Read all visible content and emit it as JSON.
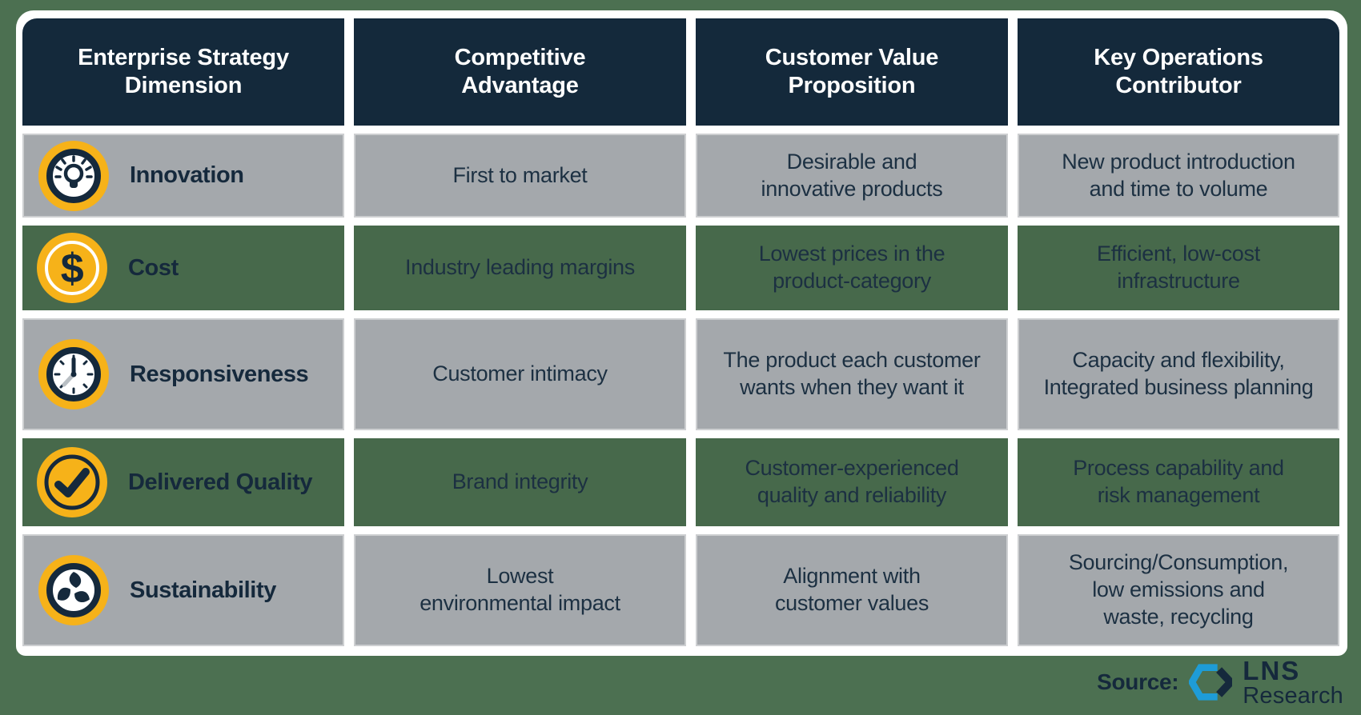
{
  "colors": {
    "background_green": "#4c7051",
    "header_navy": "#14293b",
    "gray_cell": "#a4a8ac",
    "green_cell": "#47694b",
    "accent_yellow": "#f6b219",
    "navy_text": "#15293c",
    "logo_blue": "#1e9cd7",
    "frame_white": "#ffffff"
  },
  "header": {
    "columns": [
      "Enterprise Strategy\nDimension",
      "Competitive\nAdvantage",
      "Customer Value\nProposition",
      "Key Operations\nContributor"
    ]
  },
  "rows": [
    {
      "dimension": "Innovation",
      "icon": "lightbulb-icon",
      "competitive_advantage": "First to market",
      "customer_value_proposition": "Desirable and\ninnovative products",
      "key_operations_contributor": "New product introduction\nand time to volume"
    },
    {
      "dimension": "Cost",
      "icon": "dollar-icon",
      "competitive_advantage": "Industry leading margins",
      "customer_value_proposition": "Lowest prices in the\nproduct-category",
      "key_operations_contributor": "Efficient, low-cost\ninfrastructure"
    },
    {
      "dimension": "Responsiveness",
      "icon": "clock-icon",
      "competitive_advantage": "Customer intimacy",
      "customer_value_proposition": "The product each customer\nwants when they want it",
      "key_operations_contributor": "Capacity and flexibility,\nIntegrated business planning"
    },
    {
      "dimension": "Delivered Quality",
      "icon": "checkmark-icon",
      "competitive_advantage": "Brand integrity",
      "customer_value_proposition": "Customer-experienced\nquality and reliability",
      "key_operations_contributor": "Process capability and\nrisk management"
    },
    {
      "dimension": "Sustainability",
      "icon": "recycle-icon",
      "competitive_advantage": "Lowest\nenvironmental impact",
      "customer_value_proposition": "Alignment with\ncustomer values",
      "key_operations_contributor": "Sourcing/Consumption,\nlow emissions and\nwaste, recycling"
    }
  ],
  "footer": {
    "source_label": "Source:",
    "brand_name": "LNS",
    "brand_subname": "Research"
  }
}
